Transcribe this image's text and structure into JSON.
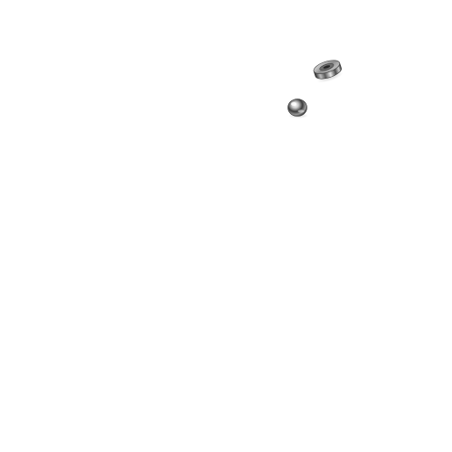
{
  "scene": {
    "background_color": "#ffffff",
    "objects": [
      {
        "kind": "metal-rondelle-bead",
        "tone": "silver"
      },
      {
        "kind": "metal-round-bead",
        "tone": "silver"
      }
    ]
  }
}
